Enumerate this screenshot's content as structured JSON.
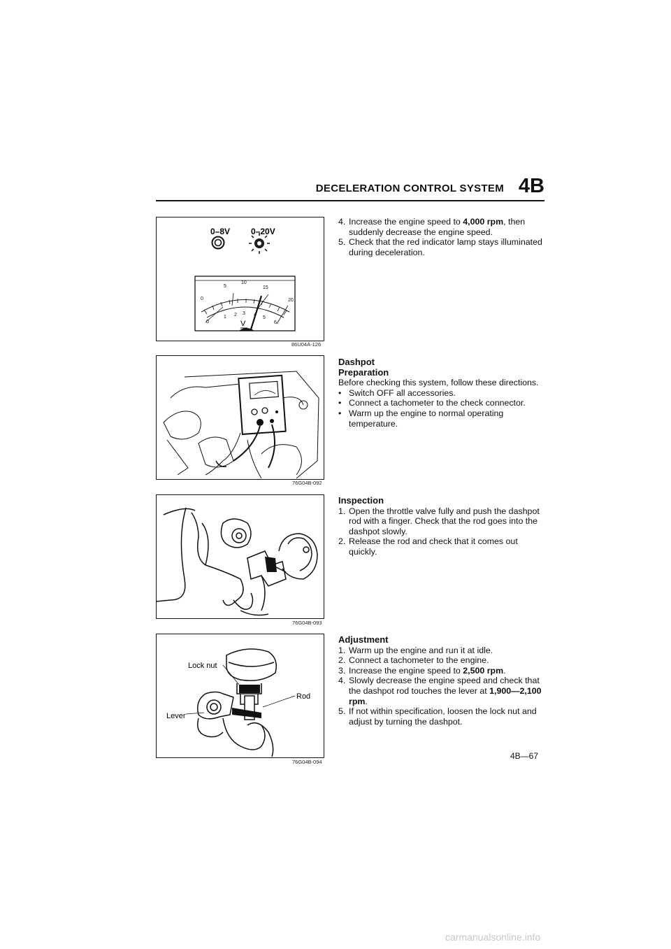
{
  "header": {
    "title": "DECELERATION CONTROL SYSTEM",
    "section": "4B"
  },
  "figures": {
    "fig1": {
      "code": "86U04A-126",
      "label_left": "0–8V",
      "label_right": "0–20V",
      "scale_top": [
        "0",
        "5",
        "10",
        "15",
        "20"
      ],
      "scale_bottom": [
        "0",
        "1",
        "2",
        "3",
        "4",
        "5",
        "6"
      ],
      "unit": "V"
    },
    "fig2": {
      "code": "76G04B-092"
    },
    "fig3": {
      "code": "76G04B-093"
    },
    "fig4": {
      "code": "76G04B-094",
      "lock_nut": "Lock nut",
      "rod": "Rod",
      "lever": "Lever"
    }
  },
  "section_top": {
    "items": [
      {
        "num": "4.",
        "pre": "Increase the engine speed to ",
        "bold": "4,000 rpm",
        "post": ", then suddenly decrease the engine speed."
      },
      {
        "num": "5.",
        "pre": "Check that the red indicator lamp stays illuminated during deceleration.",
        "bold": "",
        "post": ""
      }
    ]
  },
  "dashpot": {
    "heading": "Dashpot",
    "subheading": "Preparation",
    "intro": "Before checking this system, follow these directions.",
    "bullets": [
      "Switch OFF all accessories.",
      "Connect a tachometer to the check connector.",
      "Warm up the engine to normal operating temperature."
    ]
  },
  "inspection": {
    "heading": "Inspection",
    "items": [
      {
        "num": "1.",
        "text": "Open the throttle valve fully and push the dashpot rod with a finger. Check that the rod goes into the dashpot slowly."
      },
      {
        "num": "2.",
        "text": "Release the rod and check that it comes out quickly."
      }
    ]
  },
  "adjustment": {
    "heading": "Adjustment",
    "items": [
      {
        "num": "1.",
        "pre": "Warm up the engine and run it at idle.",
        "bold": "",
        "post": ""
      },
      {
        "num": "2.",
        "pre": "Connect a tachometer to the engine.",
        "bold": "",
        "post": ""
      },
      {
        "num": "3.",
        "pre": "Increase the engine speed to ",
        "bold": "2,500 rpm",
        "post": "."
      },
      {
        "num": "4.",
        "pre": "Slowly decrease the engine speed and check that the dashpot rod touches the lever at ",
        "bold": "1,900—2,100 rpm",
        "post": "."
      },
      {
        "num": "5.",
        "pre": "If not within specification, loosen the lock nut and adjust by turning the dashpot.",
        "bold": "",
        "post": ""
      }
    ]
  },
  "page_number": "4B—67",
  "watermark": "carmanualsonline.info"
}
